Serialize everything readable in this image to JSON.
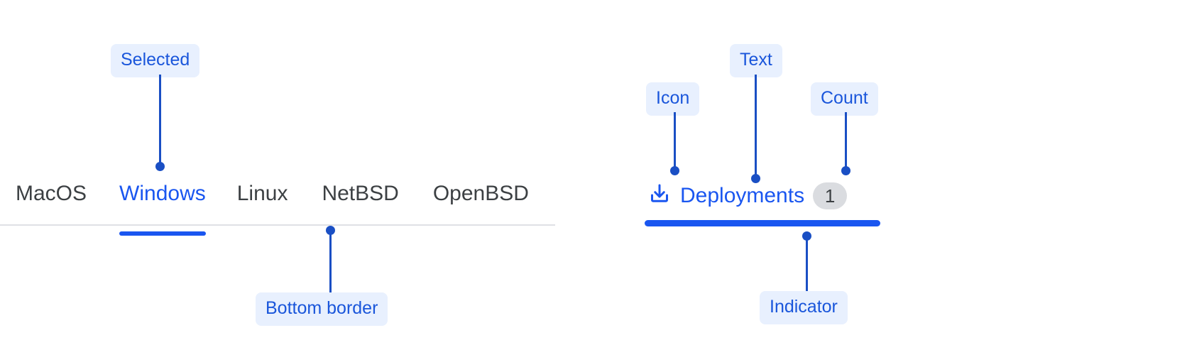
{
  "colors": {
    "accent": "#1a56f0",
    "callout_text": "#1a4fc4",
    "callout_bg": "#e8f0fe",
    "tab_inactive_text": "#3c4043",
    "border": "#dfe1e5",
    "badge_bg": "#dadce0"
  },
  "tabs_left": {
    "items": [
      {
        "label": "MacOS",
        "active": false
      },
      {
        "label": "Windows",
        "active": true
      },
      {
        "label": "Linux",
        "active": false
      },
      {
        "label": "NetBSD",
        "active": false
      },
      {
        "label": "OpenBSD",
        "active": false
      }
    ]
  },
  "tab_right": {
    "icon": "download-icon",
    "label": "Deployments",
    "count": "1"
  },
  "annotations": [
    {
      "key": "selected",
      "label": "Selected"
    },
    {
      "key": "bottom_border",
      "label": "Bottom border"
    },
    {
      "key": "icon",
      "label": "Icon"
    },
    {
      "key": "text",
      "label": "Text"
    },
    {
      "key": "count",
      "label": "Count"
    },
    {
      "key": "indicator",
      "label": "Indicator"
    }
  ]
}
